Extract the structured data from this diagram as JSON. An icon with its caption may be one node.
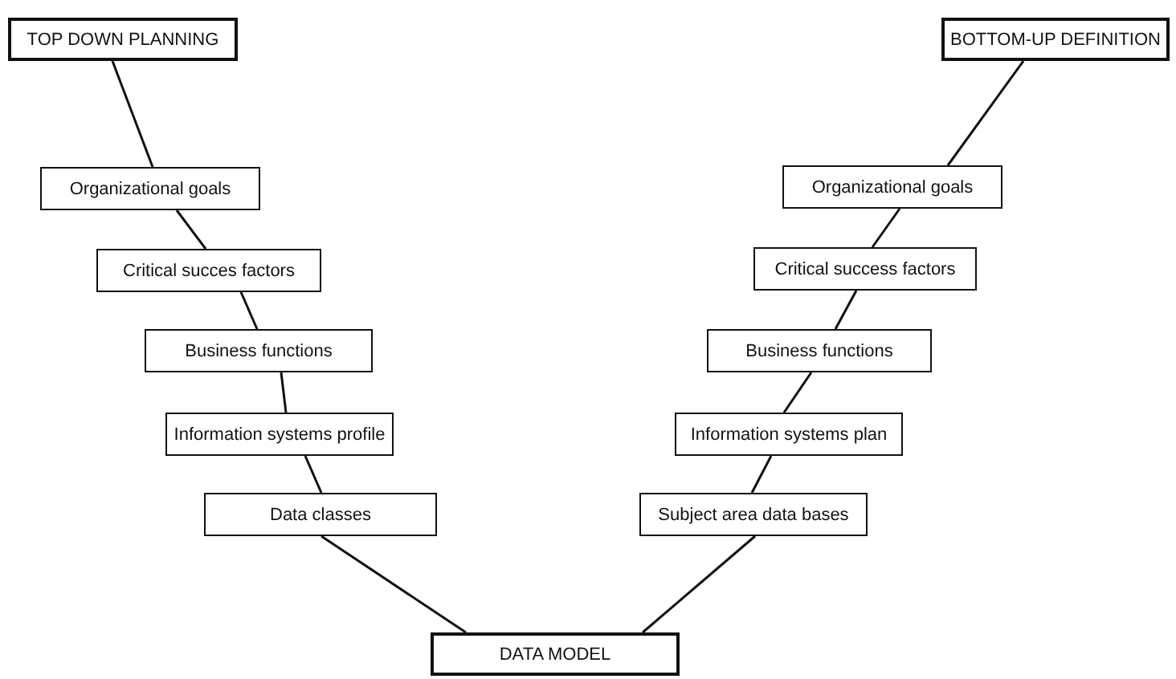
{
  "diagram": {
    "nodes": [
      {
        "text": [
          "TOP DOWN PLANNING"
        ]
      },
      {
        "text": [
          "Organizational goals"
        ]
      },
      {
        "text": [
          "Critical succes factors"
        ]
      },
      {
        "text": [
          "Business functions"
        ]
      },
      {
        "text": [
          "Information systems profile"
        ]
      },
      {
        "text": [
          "Data classes"
        ]
      },
      {
        "text": [
          "BOTTOM-UP DEFINITION"
        ]
      },
      {
        "text": [
          "Organizational goals"
        ]
      },
      {
        "text": [
          "Critical success factors"
        ]
      },
      {
        "text": [
          "Business functions"
        ]
      },
      {
        "text": [
          "Information systems plan"
        ]
      },
      {
        "text": [
          "Subject area data bases"
        ]
      },
      {
        "text": [
          "DATA MODEL"
        ]
      }
    ],
    "edges": [
      {
        "from": 0,
        "to": 1,
        "arrow": "none"
      },
      {
        "from": 1,
        "to": 2,
        "arrow": "none"
      },
      {
        "from": 2,
        "to": 3,
        "arrow": "none"
      },
      {
        "from": 3,
        "to": 4,
        "arrow": "none"
      },
      {
        "from": 4,
        "to": 5,
        "arrow": "none"
      },
      {
        "from": 5,
        "to": 12,
        "arrow": "none"
      },
      {
        "from": 6,
        "to": 7,
        "arrow": "none"
      },
      {
        "from": 7,
        "to": 8,
        "arrow": "none"
      },
      {
        "from": 8,
        "to": 9,
        "arrow": "none"
      },
      {
        "from": 9,
        "to": 10,
        "arrow": "none"
      },
      {
        "from": 10,
        "to": 11,
        "arrow": "none"
      },
      {
        "from": 11,
        "to": 12,
        "arrow": "none"
      }
    ]
  }
}
